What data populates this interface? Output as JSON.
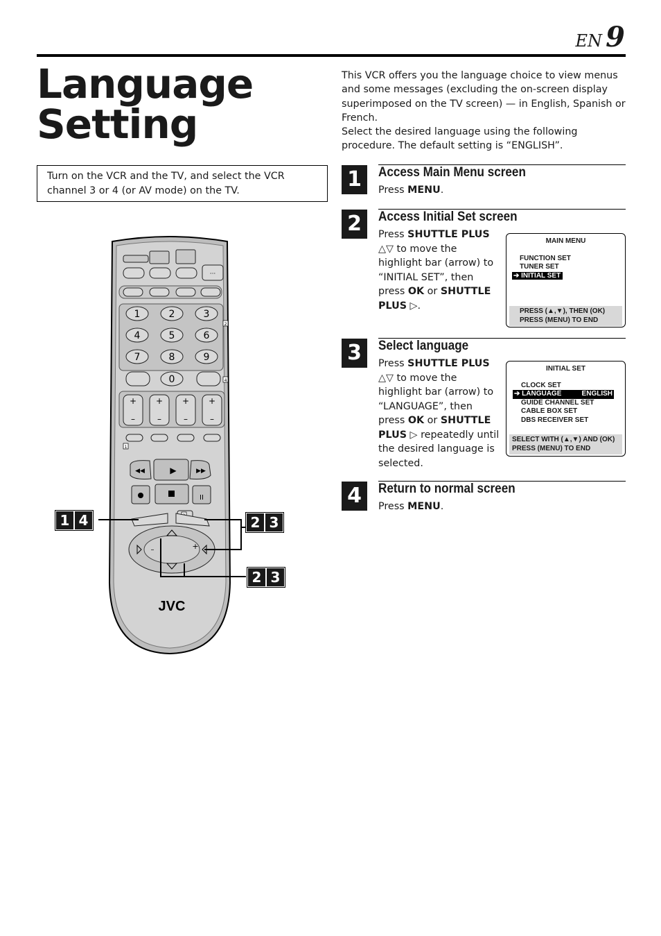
{
  "header": {
    "lang": "EN",
    "page_number": "9"
  },
  "title": {
    "line1": "Language",
    "line2": "Setting"
  },
  "intro": {
    "p1": "This VCR offers you the language choice to view menus and some messages (excluding the on-screen display superimposed on the TV screen) — in English, Spanish or French.",
    "p2": "Select the desired language using the following procedure. The default setting is “ENGLISH”."
  },
  "note": "Turn on the VCR and the TV, and select the VCR channel 3 or 4 (or AV mode) on the TV.",
  "steps": [
    {
      "num": "1",
      "heading": "Access Main Menu screen",
      "text": {
        "a": "Press ",
        "b": "MENU",
        "c": "."
      }
    },
    {
      "num": "2",
      "heading": "Access Initial Set screen",
      "text": {
        "a": "Press ",
        "b": "SHUTTLE PLUS",
        "c": " △▽ to move the highlight bar (arrow) to “INITIAL SET”, then press ",
        "d": "OK",
        "e": " or ",
        "f": "SHUTTLE PLUS",
        "g": " ▷."
      }
    },
    {
      "num": "3",
      "heading": "Select language",
      "text": {
        "a": "Press ",
        "b": "SHUTTLE PLUS",
        "c": " △▽ to move the highlight bar (arrow) to “LANGUAGE”, then press ",
        "d": "OK",
        "e": " or ",
        "f": "SHUTTLE PLUS",
        "g": " ▷ repeatedly until the desired language is selected."
      }
    },
    {
      "num": "4",
      "heading": "Return to normal screen",
      "text": {
        "a": "Press ",
        "b": "MENU",
        "c": "."
      }
    }
  ],
  "main_menu": {
    "title": "MAIN MENU",
    "items": [
      "FUNCTION SET",
      "TUNER SET",
      "➔ INITIAL SET"
    ],
    "footer1": "PRESS (▲,▼), THEN (OK)",
    "footer2": "PRESS (MENU) TO END"
  },
  "initial_set": {
    "title": "INITIAL SET",
    "items": [
      "CLOCK SET",
      "➔ LANGUAGE",
      "GUIDE CHANNEL SET",
      "CABLE BOX SET",
      "DBS RECEIVER SET"
    ],
    "language_value": "ENGLISH",
    "footer1": "SELECT WITH (▲,▼) AND (OK)",
    "footer2": "PRESS (MENU) TO END"
  },
  "remote": {
    "brand": "JVC",
    "keys": [
      "1",
      "2",
      "3",
      "4",
      "5",
      "6",
      "7",
      "8",
      "9",
      "0"
    ],
    "small_labels": [
      "2",
      "4",
      "1",
      "3"
    ]
  },
  "callouts": {
    "left": [
      "1",
      "4"
    ],
    "right_top": [
      "2",
      "3"
    ],
    "right_bottom": [
      "2",
      "3"
    ]
  }
}
